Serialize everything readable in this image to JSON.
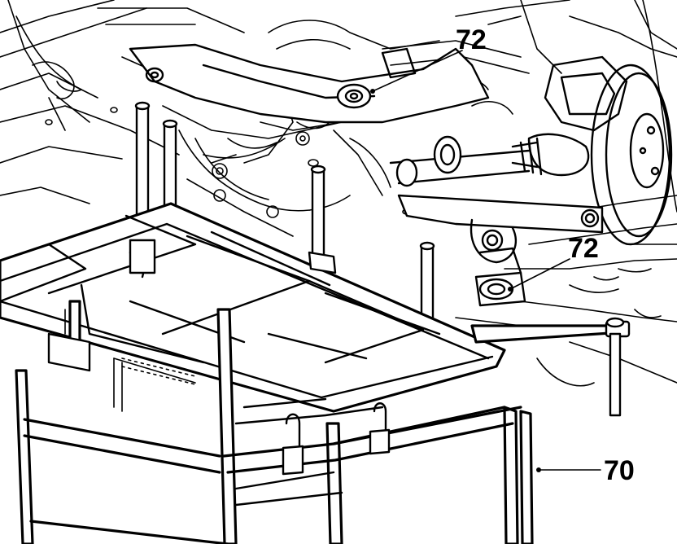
{
  "figure": {
    "callouts": [
      {
        "id": "upper-mount",
        "label": "72"
      },
      {
        "id": "lower-mount",
        "label": "72"
      },
      {
        "id": "support-frame",
        "label": "70"
      }
    ],
    "colors": {
      "line": "#000000",
      "background": "#ffffff"
    }
  }
}
